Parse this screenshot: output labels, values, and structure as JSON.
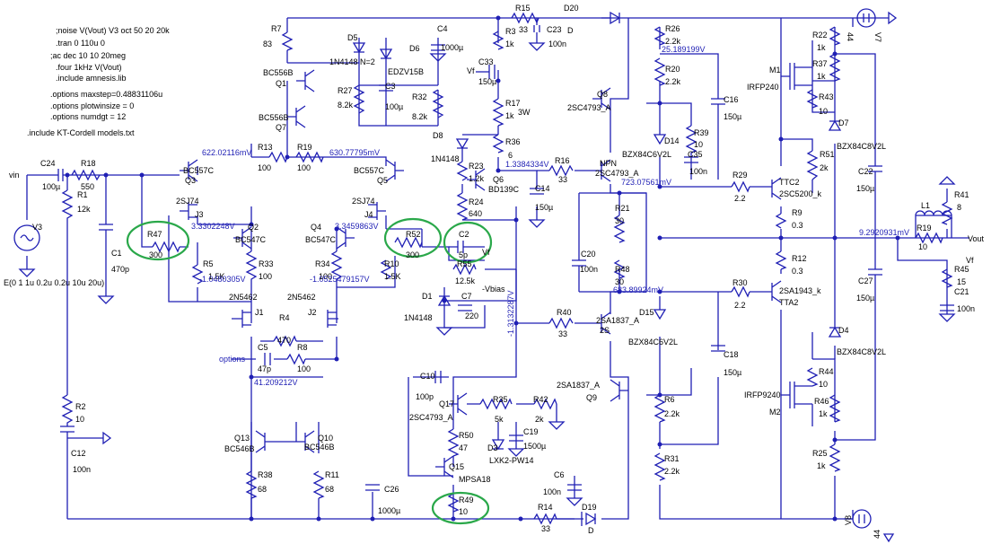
{
  "directives": [
    ";noise V(Vout) V3 oct 50 20 20k",
    ".tran 0 110u 0",
    ";ac dec 10 10 20meg",
    ".four 1kHz V(Vout)",
    ".include amnesis.lib",
    ".options maxstep=0.48831106u",
    ".options plotwinsize = 0",
    ".options numdgt = 12",
    ".include KT-Cordell models.txt"
  ],
  "sources": {
    "v3": "V3",
    "v3_value": "E(0 1 1u 0.2u 0.2u 10u 20u)",
    "v7": "V7",
    "v7_value": "44",
    "v8": "V8",
    "v8_value": "44"
  },
  "ports": {
    "vin": "vin",
    "vout": "Vout",
    "vf_a": "Vf",
    "vf_b": "Vf",
    "vf_c": "Vf",
    "vbias": "-Vbias",
    "options": "options"
  },
  "components": {
    "c24": [
      "C24",
      "100µ"
    ],
    "r18": [
      "R18",
      "550"
    ],
    "r1": [
      "R1",
      "12k"
    ],
    "c1": [
      "C1",
      "470p"
    ],
    "r47": [
      "R47",
      "300"
    ],
    "q3": [
      "BC557C",
      "Q3"
    ],
    "j3": [
      "2SJ74",
      "J3"
    ],
    "q2": [
      "Q2",
      "BC547C"
    ],
    "r5": [
      "R5",
      "1.5K"
    ],
    "r33": [
      "R33",
      "100"
    ],
    "r13": [
      "R13",
      "100"
    ],
    "r19": [
      "R19",
      "100"
    ],
    "r7": [
      "R7",
      "83"
    ],
    "q1": [
      "BC556B",
      "Q1"
    ],
    "q7": [
      "BC556B",
      "Q7"
    ],
    "d5": [
      "D5",
      "1N4148 N=2"
    ],
    "d6": [
      "D6",
      "EDZV15B"
    ],
    "c3": [
      "C3",
      "100µ"
    ],
    "r27": [
      "R27",
      "8.2k"
    ],
    "r32": [
      "R32",
      "8.2k"
    ],
    "c4": [
      "C4",
      "1000µ"
    ],
    "q5": [
      "BC557C",
      "Q5"
    ],
    "j4": [
      "2SJ74",
      "J4"
    ],
    "q4": [
      "Q4",
      "BC547C"
    ],
    "r52": [
      "R52",
      "300"
    ],
    "r34": [
      "R34",
      "100"
    ],
    "r10": [
      "R10",
      "1.5K"
    ],
    "j1": [
      "2N5462",
      "J1"
    ],
    "j2": [
      "2N5462",
      "J2"
    ],
    "r4": [
      "R4",
      "470"
    ],
    "c5": [
      "C5",
      "47p"
    ],
    "r8": [
      "R8",
      "100"
    ],
    "r2": [
      "R2",
      "10"
    ],
    "c12": [
      "C12",
      "100n"
    ],
    "q13": [
      "Q13",
      "BC546B"
    ],
    "q10": [
      "Q10",
      "BC546B"
    ],
    "r38": [
      "R38",
      "68"
    ],
    "r11": [
      "R11",
      "68"
    ],
    "c26": [
      "C26",
      "1000µ"
    ],
    "r15": [
      "R15",
      "33"
    ],
    "d20": [
      "D20",
      "D"
    ],
    "r3": [
      "R3",
      "1k"
    ],
    "c23": [
      "C23",
      "100n"
    ],
    "c33": [
      "C33",
      "150µ"
    ],
    "r17": [
      "R17",
      "1k"
    ],
    "d8": [
      "D8",
      "1N4148"
    ],
    "r36": [
      "R36",
      "6"
    ],
    "r23": [
      "R23",
      "1.2k"
    ],
    "r24": [
      "R24",
      "640"
    ],
    "q6": [
      "Q6",
      "BD139C"
    ],
    "c14": [
      "C14",
      "150µ"
    ],
    "c2": [
      "C2",
      "5p"
    ],
    "r55": [
      "R55",
      "12.5k"
    ],
    "d1": [
      "D1",
      "1N4148"
    ],
    "c7": [
      "C7",
      "220"
    ],
    "c10": [
      "C10",
      "100p"
    ],
    "q17": [
      "Q17",
      "2SC4793_A"
    ],
    "r35": [
      "R35",
      "5k"
    ],
    "r42": [
      "R42",
      "2k"
    ],
    "r50": [
      "R50",
      "47"
    ],
    "d3": [
      "D3",
      "LXK2-PW14"
    ],
    "c19": [
      "C19",
      "1500µ"
    ],
    "q15": [
      "Q15",
      "MPSA18"
    ],
    "r49": [
      "R49",
      "10"
    ],
    "r14": [
      "R14",
      "33"
    ],
    "d19": [
      "D19",
      "D"
    ],
    "c6": [
      "C6",
      "100n"
    ],
    "r16": [
      "R16",
      "33"
    ],
    "q8": [
      "Q8",
      "2SC4793_A"
    ],
    "npn": [
      "NPN",
      "2SC4793_A"
    ],
    "r40": [
      "R40",
      "33"
    ],
    "pnp": [
      "2SA1837_A",
      "2S"
    ],
    "q9": [
      "2SA1837_A",
      "Q9"
    ],
    "r21": [
      "R21",
      "30"
    ],
    "r48": [
      "R48",
      "30"
    ],
    "c20": [
      "C20",
      "100n"
    ],
    "r26": [
      "R26",
      "2.2k"
    ],
    "r20": [
      "R20",
      "2.2k"
    ],
    "d14": [
      "D14",
      "BZX84C6V2L"
    ],
    "d15": [
      "D15",
      "BZX84C6V2L"
    ],
    "r39": [
      "R39",
      "10"
    ],
    "c35": [
      "C35",
      "100n"
    ],
    "c16": [
      "C16",
      "150µ"
    ],
    "c18": [
      "C18",
      "150µ"
    ],
    "r6": [
      "R6",
      "2.2k"
    ],
    "r31": [
      "R31",
      "2.2k"
    ],
    "r29": [
      "R29",
      "2.2"
    ],
    "r30": [
      "R30",
      "2.2"
    ],
    "ttc2": [
      "TTC2",
      "2SC5200_k"
    ],
    "tta2": [
      "2SA1943_k",
      "TTA2"
    ],
    "r9": [
      "R9",
      "0.3"
    ],
    "r12": [
      "R12",
      "0.3"
    ],
    "r51": [
      "R51",
      "2k"
    ],
    "r22": [
      "R22",
      "1k"
    ],
    "r37": [
      "R37",
      "1k"
    ],
    "r43": [
      "R43",
      "10"
    ],
    "m1": [
      "M1",
      "IRFP240"
    ],
    "d7": [
      "D7",
      "BZX84C8V2L"
    ],
    "c22": [
      "C22",
      "150µ"
    ],
    "c27": [
      "C27",
      "150µ"
    ],
    "d4": [
      "D4",
      "BZX84C8V2L"
    ],
    "r44": [
      "R44",
      "10"
    ],
    "r46": [
      "R46",
      "1k"
    ],
    "m2": [
      "M2",
      "IRFP9240"
    ],
    "r25": [
      "R25",
      "1k"
    ],
    "l1": [
      "L1",
      "R19"
    ],
    "l1_val": [
      "10",
      ""
    ],
    "r41": [
      "R41",
      "8"
    ],
    "r45": [
      "R45",
      "15"
    ],
    "c21": [
      "C21",
      "100n"
    ]
  },
  "voltages": {
    "v1": "622.02116mV",
    "v2": "630.77795mV",
    "v3": "3.3302248V",
    "v4": "3.3459863V",
    "v5": "-1.0480305V",
    "v6": "-1.0525479157V",
    "v7": "41.209212V",
    "v8": "1.3384334V",
    "v9": "25.189199V",
    "v10": "723.07561mV",
    "v11": "9.2920931mV",
    "v12": "683.89924mV",
    "v13": "-1.3132287V",
    "v14": "3W"
  },
  "highlighted": [
    "R47",
    "R52",
    "C2",
    "R49"
  ]
}
